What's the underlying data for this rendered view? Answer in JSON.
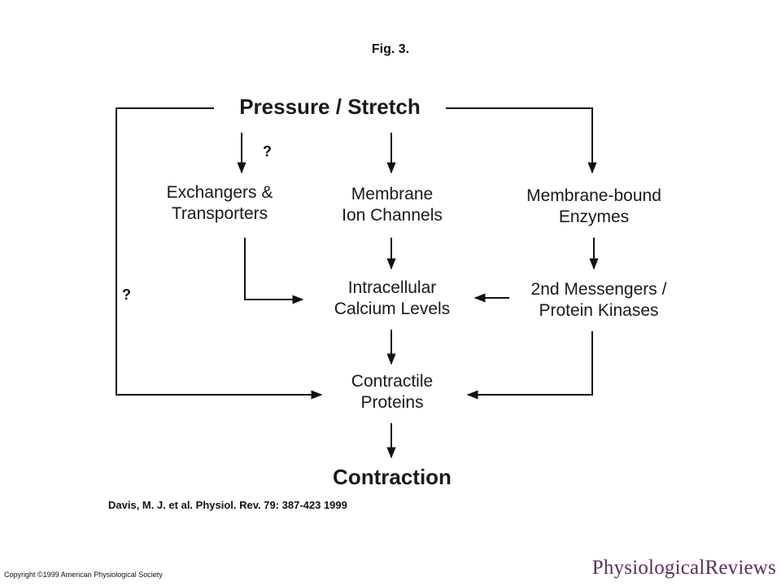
{
  "figure": {
    "title": "Fig. 3.",
    "nodes": {
      "pressure_stretch": "Pressure / Stretch",
      "exchangers": [
        "Exchangers &",
        "Transporters"
      ],
      "membrane_ion_channels": [
        "Membrane",
        "Ion Channels"
      ],
      "membrane_bound_enzymes": [
        "Membrane-bound",
        "Enzymes"
      ],
      "intracellular_calcium": [
        "Intracellular",
        "Calcium Levels"
      ],
      "second_messengers": [
        "2nd Messengers /",
        "Protein Kinases"
      ],
      "contractile_proteins": [
        "Contractile",
        "Proteins"
      ],
      "contraction": "Contraction"
    },
    "question_marks": [
      "?",
      "?"
    ]
  },
  "citation": "Davis, M. J. et al. Physiol. Rev. 79: 387-423 1999",
  "copyright": "Copyright ©1999 American Physiological Society",
  "brand": "PhysiologicalReviews",
  "colors": {
    "ink": "#111111",
    "brand": "#5a2f5e",
    "background": "#ffffff"
  }
}
